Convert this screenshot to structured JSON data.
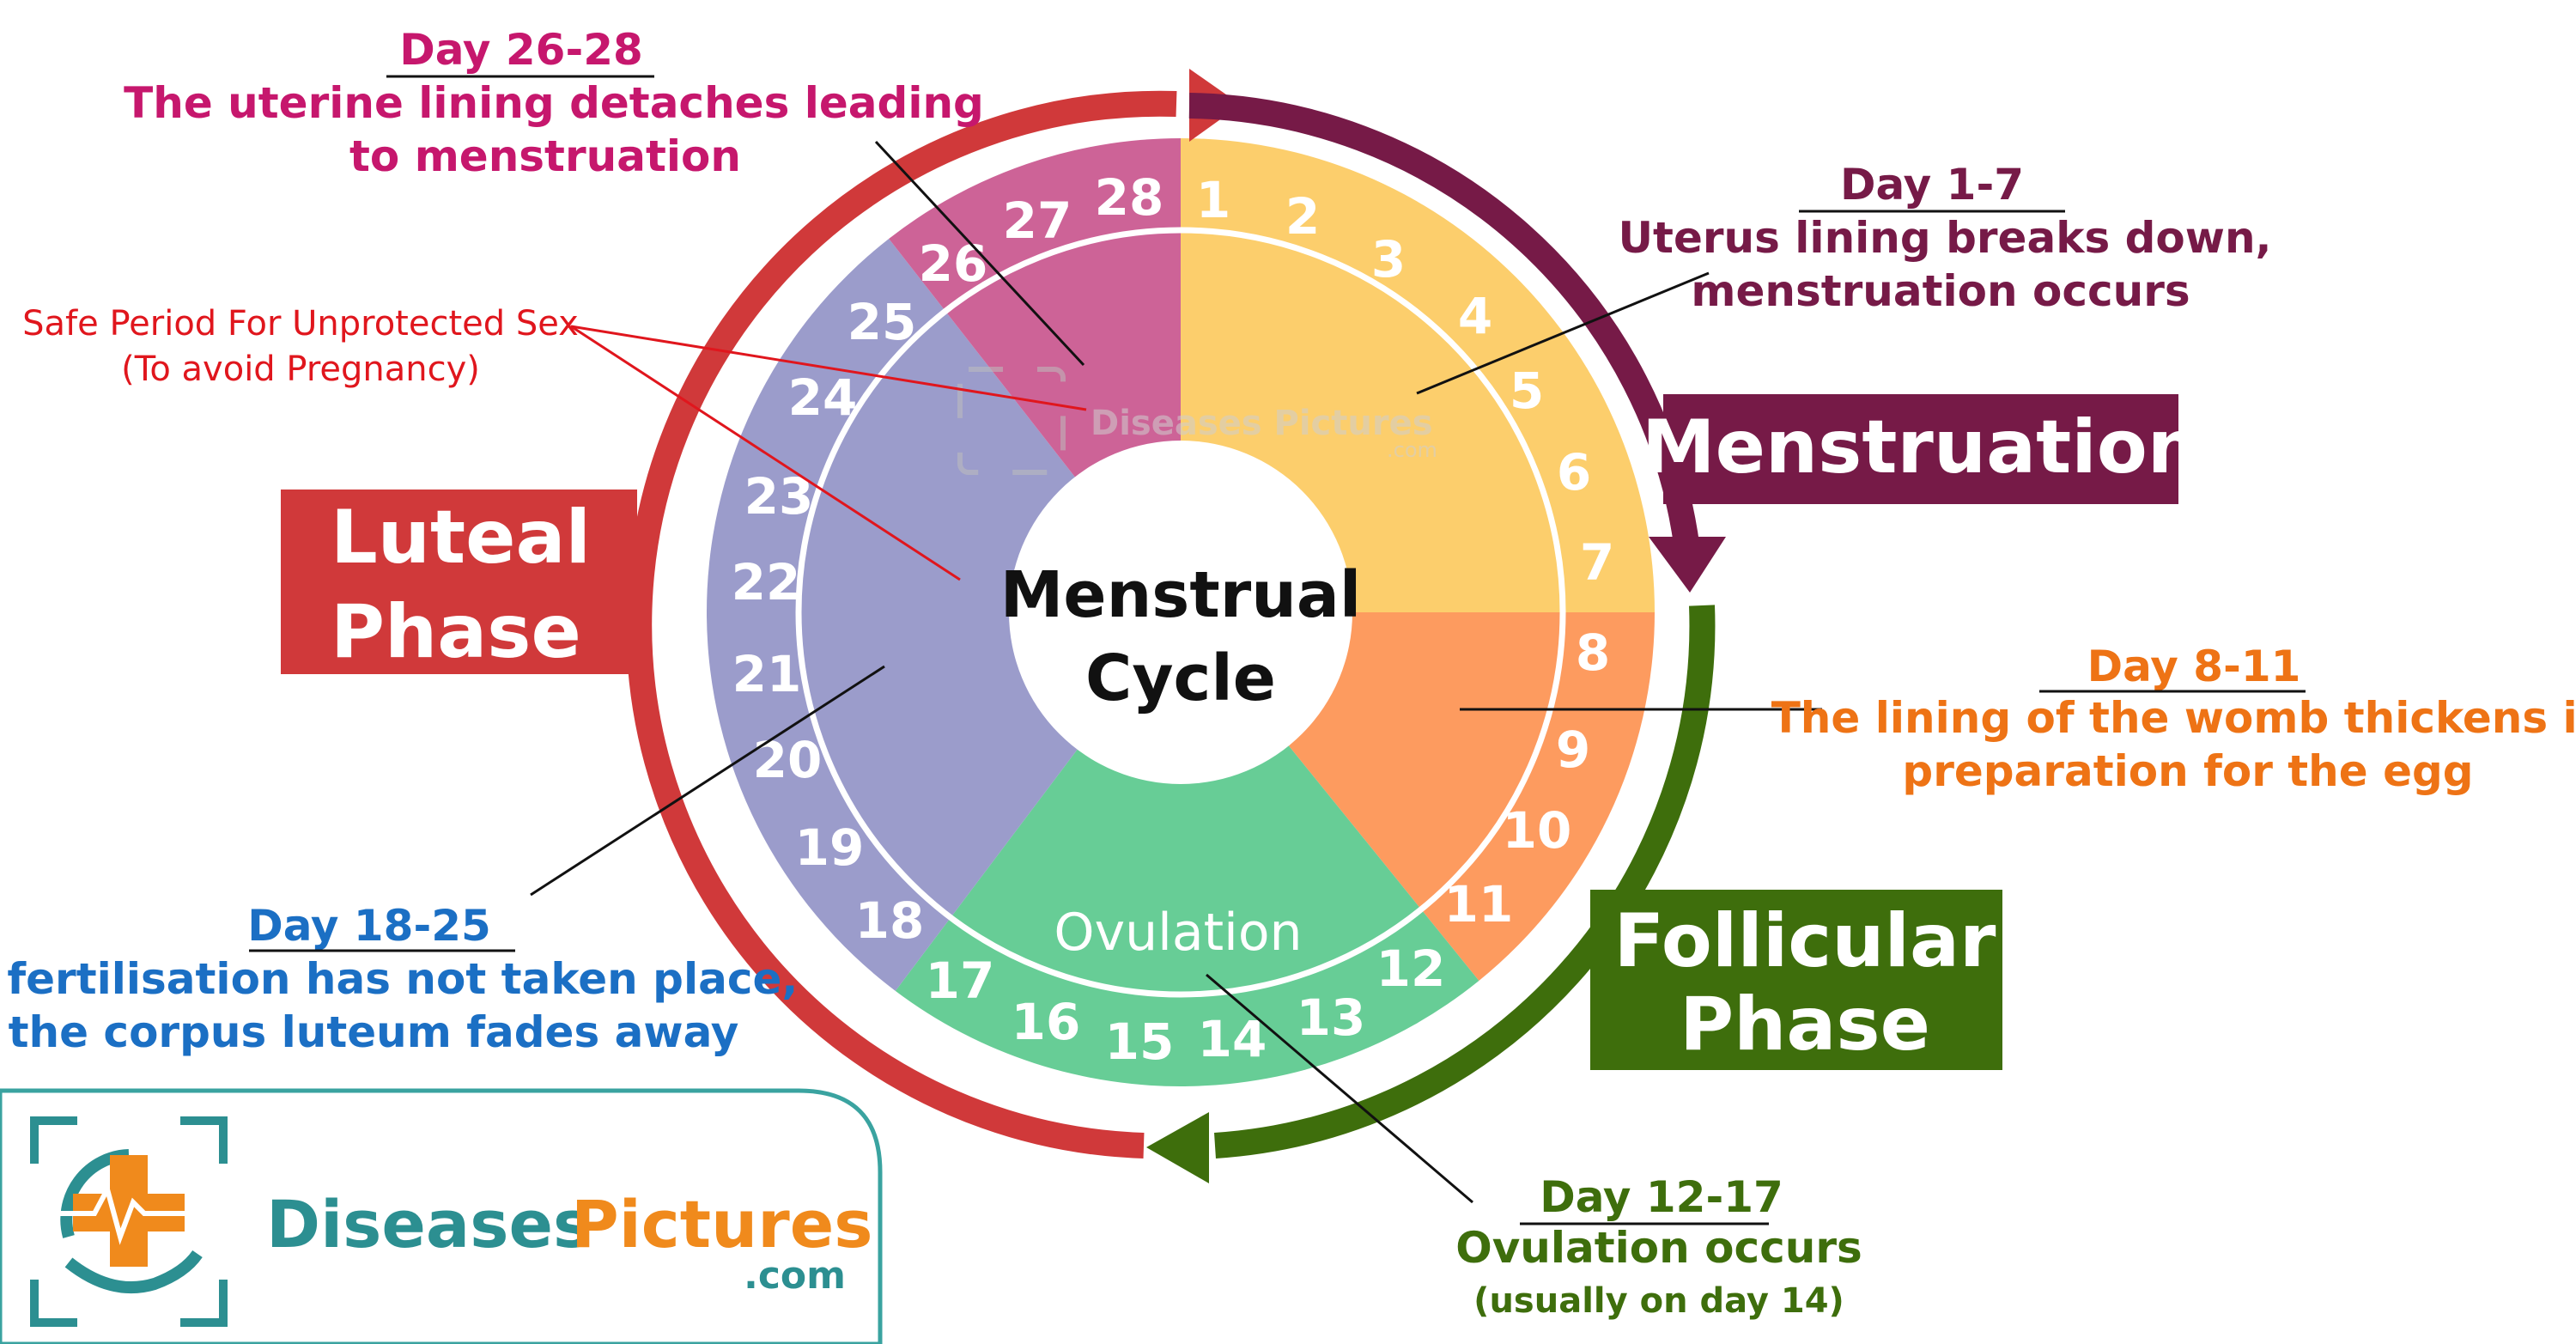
{
  "center": {
    "line1": "Menstrual",
    "line2": "Cycle"
  },
  "ovulation_label": "Ovulation",
  "days": [
    "1",
    "2",
    "3",
    "4",
    "5",
    "6",
    "7",
    "8",
    "9",
    "10",
    "11",
    "12",
    "13",
    "14",
    "15",
    "16",
    "17",
    "18",
    "19",
    "20",
    "21",
    "22",
    "23",
    "24",
    "25",
    "26",
    "27",
    "28"
  ],
  "highlight_day": "14",
  "colors": {
    "menstruation_segment": "#fcce6c",
    "proliferative_segment": "#fd9b5f",
    "ovulation_segment": "#67cd96",
    "luteal_segment": "#9b9ccb",
    "late_luteal_segment": "#cd6397",
    "luteal_arrow": "#d0393a",
    "menstruation_arrow": "#761a47",
    "follicular_arrow": "#3e6e0c",
    "highlight_day": "#e0161d"
  },
  "phases": {
    "menstruation": "Menstruation",
    "luteal": {
      "line1": "Luteal",
      "line2": "Phase"
    },
    "follicular": {
      "line1": "Follicular",
      "line2": "Phase"
    }
  },
  "annotations": {
    "day_26_28": {
      "heading": "Day 26-28",
      "line1": "The uterine lining detaches leading",
      "line2": "to menstruation"
    },
    "day_1_7": {
      "heading": "Day 1-7",
      "line1": "Uterus lining breaks down,",
      "line2": "menstruation occurs"
    },
    "day_8_11": {
      "heading": "Day 8-11",
      "line1": "The lining of the womb thickens in",
      "line2": "preparation for the egg"
    },
    "day_12_17": {
      "heading": "Day 12-17",
      "line1": "Ovulation occurs",
      "line2": "(usually on day 14)"
    },
    "day_18_25": {
      "heading": "Day 18-25",
      "line1": "If fertilisation has not taken place,",
      "line2": "the corpus luteum fades away"
    },
    "safe_period": {
      "line1": "Safe Period For Unprotected Sex",
      "line2": "(To avoid Pregnancy)"
    }
  },
  "watermark": {
    "text": "Diseases Pictures",
    "sub": ".com"
  },
  "logo": {
    "word1": "Diseases",
    "word2": "Pictures",
    "suffix": ".com"
  }
}
